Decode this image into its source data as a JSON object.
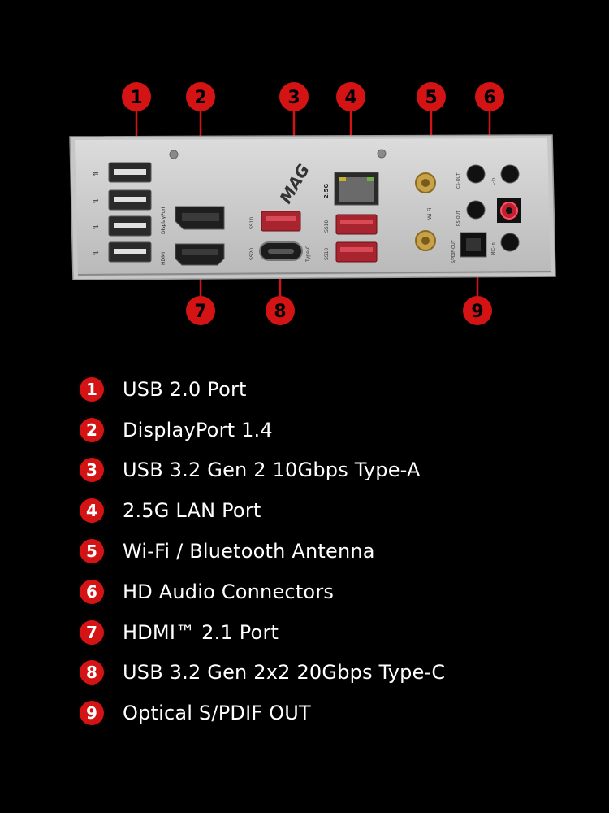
{
  "callouts": [
    {
      "num": "1",
      "label": "USB 2.0 Port"
    },
    {
      "num": "2",
      "label": "DisplayPort 1.4"
    },
    {
      "num": "3",
      "label": "USB 3.2 Gen 2 10Gbps Type-A"
    },
    {
      "num": "4",
      "label": "2.5G LAN Port"
    },
    {
      "num": "5",
      "label": "Wi-Fi / Bluetooth Antenna"
    },
    {
      "num": "6",
      "label": "HD Audio Connectors"
    },
    {
      "num": "7",
      "label": "HDMI™ 2.1 Port"
    },
    {
      "num": "8",
      "label": "USB 3.2 Gen 2x2 20Gbps Type-C"
    },
    {
      "num": "9",
      "label": "Optical S/PDIF OUT"
    }
  ],
  "panel_text": {
    "brand": "MAG",
    "displayport": "DisplayPort",
    "hdmi": "HDMI",
    "lan_speed": "2.5G",
    "typec": "Type-C",
    "wifi": "Wi-Fi",
    "ss10_a": "SS10",
    "ss10_b": "SS10",
    "ss10_c": "SS10",
    "ss20": "SS20",
    "audio_cs": "CS-OUT",
    "audio_rs": "RS-OUT",
    "audio_spdif": "S/PDIF-OUT",
    "audio_line": "L-in",
    "audio_mic": "MIC-in"
  },
  "colors": {
    "badge": "#d41414",
    "panel": "#c9c9c9",
    "usb3": "#c0303a",
    "antenna": "#c8a24a"
  }
}
